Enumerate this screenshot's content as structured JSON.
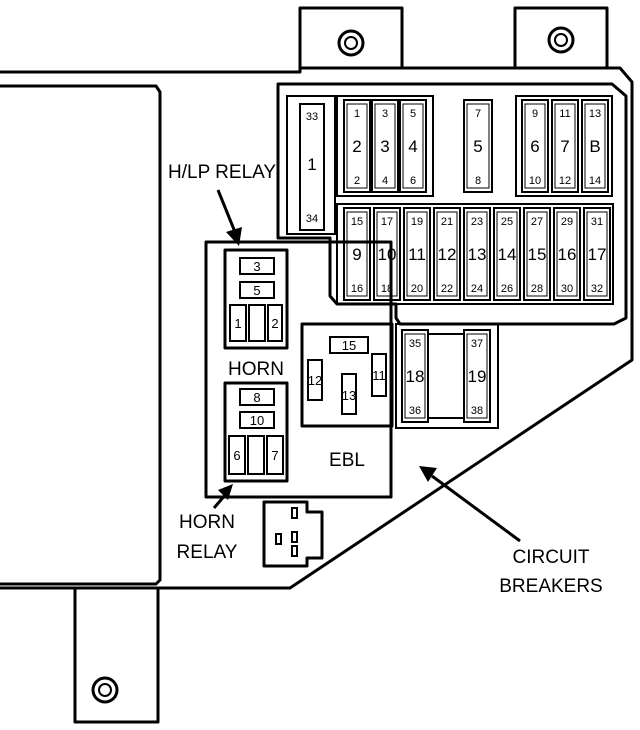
{
  "labels": {
    "hlp_relay": "H/LP RELAY",
    "horn": "HORN",
    "horn_relay_line1": "HORN",
    "horn_relay_line2": "RELAY",
    "ebl": "EBL",
    "circuit_line1": "CIRCUIT",
    "circuit_line2": "BREAKERS"
  },
  "fuse_left": {
    "top": "33",
    "center": "1",
    "bottom": "34"
  },
  "fuse_row1": [
    {
      "top": "1",
      "center": "2",
      "bottom": "2"
    },
    {
      "top": "3",
      "center": "3",
      "bottom": "4"
    },
    {
      "top": "5",
      "center": "4",
      "bottom": "6"
    },
    {
      "top": "7",
      "center": "5",
      "bottom": "8"
    },
    {
      "top": "9",
      "center": "6",
      "bottom": "10"
    },
    {
      "top": "11",
      "center": "7",
      "bottom": "12"
    },
    {
      "top": "13",
      "center": "B",
      "bottom": "14"
    }
  ],
  "fuse_row2": [
    {
      "top": "15",
      "center": "9",
      "bottom": "16"
    },
    {
      "top": "17",
      "center": "10",
      "bottom": "18"
    },
    {
      "top": "19",
      "center": "11",
      "bottom": "20"
    },
    {
      "top": "21",
      "center": "12",
      "bottom": "22"
    },
    {
      "top": "23",
      "center": "13",
      "bottom": "24"
    },
    {
      "top": "25",
      "center": "14",
      "bottom": "26"
    },
    {
      "top": "27",
      "center": "15",
      "bottom": "28"
    },
    {
      "top": "29",
      "center": "16",
      "bottom": "30"
    },
    {
      "top": "31",
      "center": "17",
      "bottom": "32"
    }
  ],
  "hlp_relay_terminals": [
    "3",
    "5",
    "1",
    "2"
  ],
  "horn_relay_terminals": [
    "8",
    "10",
    "6",
    "7"
  ],
  "ebl_terminals": [
    "15",
    "12",
    "13",
    "11"
  ],
  "circuit_breakers": [
    {
      "top": "35",
      "center": "18",
      "bottom": "36"
    },
    {
      "top": "37",
      "center": "19",
      "bottom": "38"
    }
  ]
}
